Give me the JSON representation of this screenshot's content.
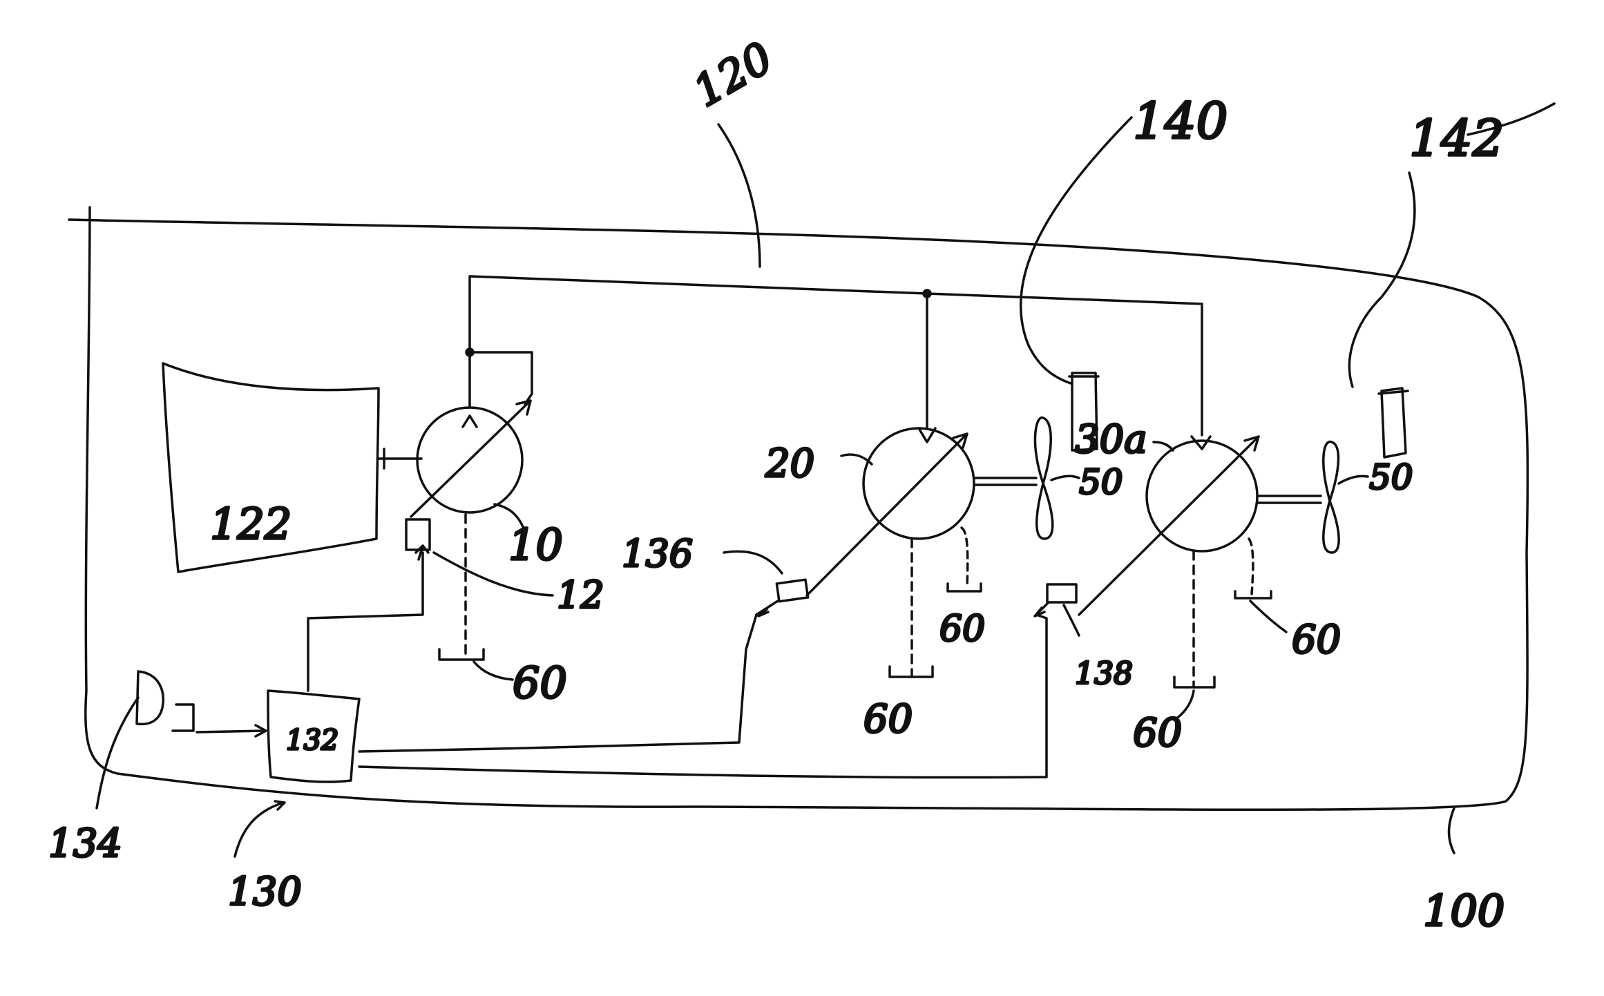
{
  "labels": {
    "ref_100": "100",
    "ref_120": "120",
    "ref_122": "122",
    "ref_10": "10",
    "ref_12": "12",
    "ref_20": "20",
    "ref_30a": "30a",
    "ref_50_a": "50",
    "ref_50_b": "50",
    "ref_60_a": "60",
    "ref_60_b": "60",
    "ref_60_c": "60",
    "ref_60_d": "60",
    "ref_60_e": "60",
    "ref_130": "130",
    "ref_132": "132",
    "ref_134": "134",
    "ref_136": "136",
    "ref_138": "138",
    "ref_140": "140",
    "ref_142": "142"
  },
  "colors": {
    "ink": "#111111",
    "paper": "#ffffff"
  }
}
